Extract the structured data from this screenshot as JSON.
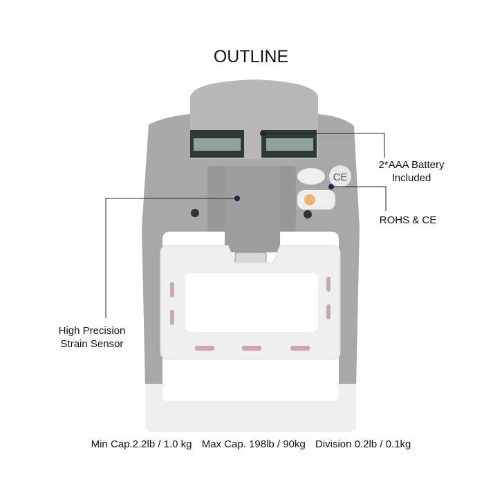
{
  "title": "OUTLINE",
  "callouts": {
    "battery": [
      "2*AAA  Battery",
      "Included"
    ],
    "certification": "ROHS & CE",
    "sensor": [
      "High Precision",
      "Strain Sensor"
    ]
  },
  "specs": [
    "Min Cap.2.2lb / 1.0 kg",
    "Max Cap. 198lb / 90kg",
    "Division 0.2lb / 0.1kg"
  ],
  "device_marks": {
    "ce": "CE"
  },
  "colors": {
    "body": "#a9a9a9",
    "grip": "#eeeeee",
    "accent_pads": "#c7a9ad"
  }
}
